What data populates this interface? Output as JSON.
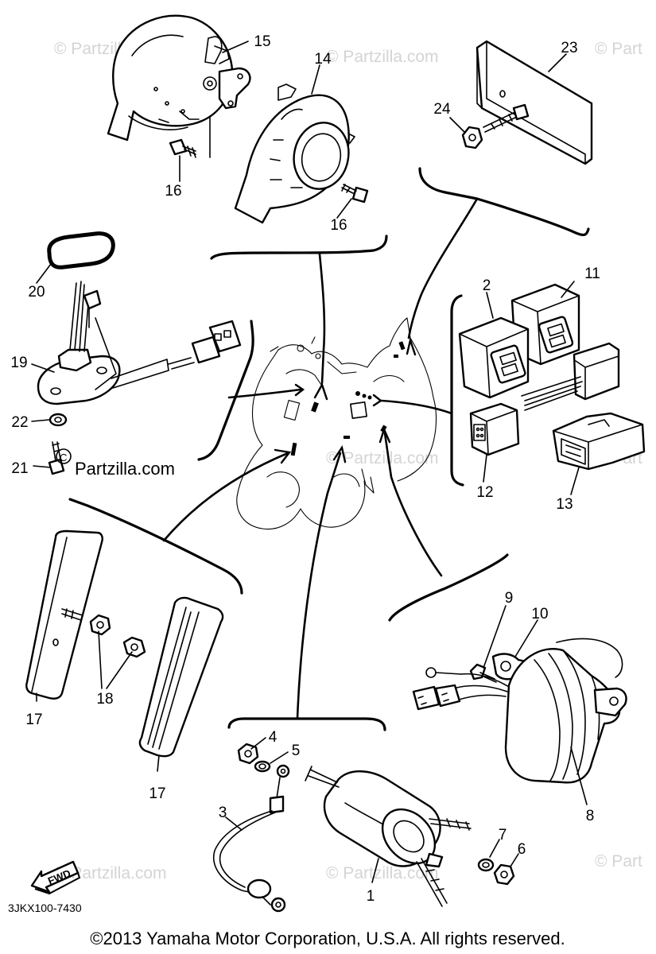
{
  "diagram": {
    "part_numbers": [
      "1",
      "2",
      "3",
      "4",
      "5",
      "6",
      "7",
      "8",
      "9",
      "10",
      "11",
      "12",
      "13",
      "14",
      "15",
      "16",
      "16",
      "17",
      "17",
      "18",
      "19",
      "20",
      "21",
      "22",
      "23",
      "24"
    ],
    "diagram_code": "3JKX100-7430",
    "fwd_label": "FWD",
    "copyright": "©2013 Yamaha Motor Corporation, U.S.A. All rights reserved.",
    "watermark_text": "© Partzilla.com",
    "watermark_short": "© Part",
    "watermark_inline": "Partzilla.com"
  }
}
